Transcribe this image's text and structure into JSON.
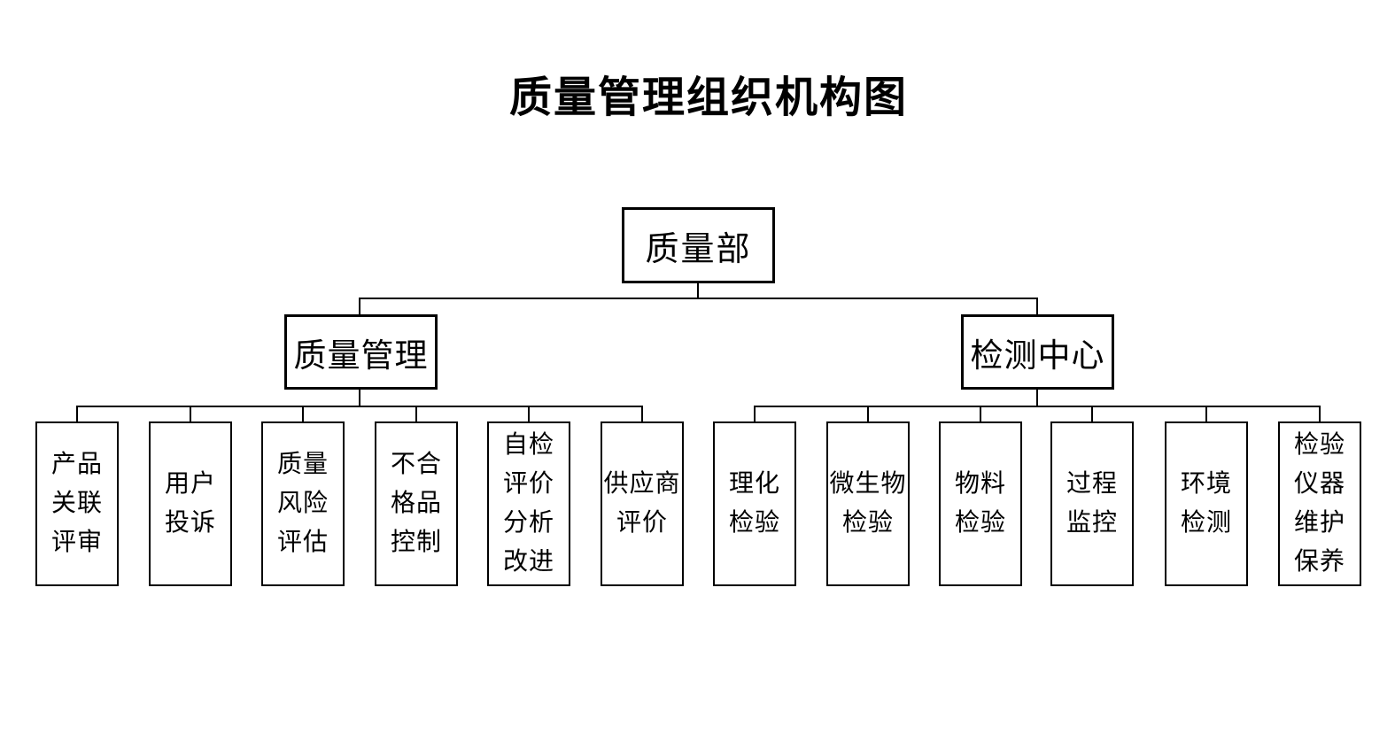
{
  "title": "质量管理组织机构图",
  "colors": {
    "background": "#ffffff",
    "line": "#000000",
    "box_border": "#000000",
    "text": "#000000"
  },
  "org": {
    "root": {
      "label": "质量部"
    },
    "branches": [
      {
        "label": "质量管理",
        "children": [
          {
            "label": "产品\n关联\n评审"
          },
          {
            "label": "用户\n投诉"
          },
          {
            "label": "质量\n风险\n评估"
          },
          {
            "label": "不合\n格品\n控制"
          },
          {
            "label": "自检\n评价\n分析\n改进"
          },
          {
            "label": "供应商\n评价"
          }
        ]
      },
      {
        "label": "检测中心",
        "children": [
          {
            "label": "理化\n检验"
          },
          {
            "label": "微生物\n检验"
          },
          {
            "label": "物料\n检验"
          },
          {
            "label": "过程\n监控"
          },
          {
            "label": "环境\n检测"
          },
          {
            "label": "检验\n仪器\n维护\n保养"
          }
        ]
      }
    ]
  }
}
